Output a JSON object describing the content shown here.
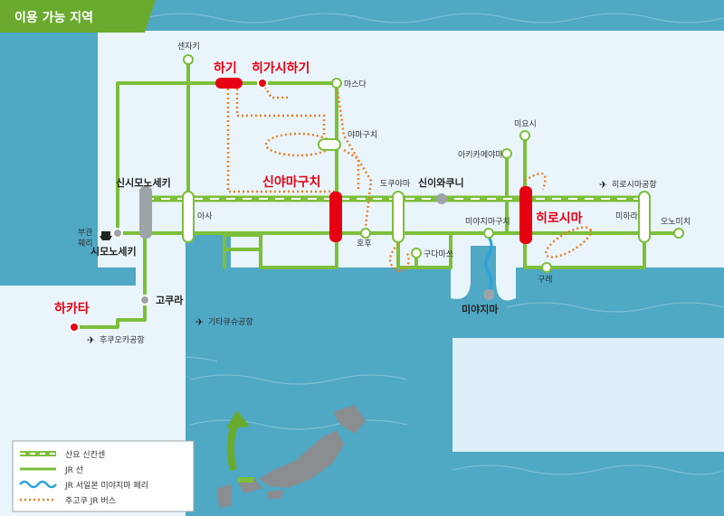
{
  "title": "이용 가능 지역",
  "colors": {
    "sea": "#4fa8c4",
    "land": "#eaf5fb",
    "jr_line": "#7cbf3b",
    "ferry": "#2aa3e0",
    "bus": "#ef7d24",
    "highlight": "#e60012",
    "station_gray": "#9da4a8"
  },
  "stations": {
    "hagi": "하기",
    "higashihagi": "히가시하기",
    "senzaki": "센자키",
    "masuda": "마스다",
    "yamaguchi_small": "야마구치",
    "shinyamaguchi": "신야마구치",
    "shinshimonoseki": "신시모노세키",
    "shimonoseki": "시모노세키",
    "asa": "아사",
    "hofu": "호후",
    "tokuyama": "도쿠야마",
    "shiniwakuni": "신이와쿠니",
    "kudamatsu": "구다마쓰",
    "miyajimaguchi": "미야지마구치",
    "miyajima": "미야지마",
    "miyoshi": "미요시",
    "akikamemachi": "아키카메야마",
    "hiroshima": "히로시마",
    "mihara": "미하라",
    "onomichi": "오노미치",
    "kure": "구레",
    "hakata": "하카타",
    "kokura": "고쿠라",
    "bukan": "부관",
    "ferry": "훼리"
  },
  "airports": {
    "hiroshima": "히로시마공항",
    "kitakyushu": "기타큐슈공항",
    "fukuoka": "후쿠오카공항"
  },
  "legend": [
    {
      "key": "shinkansen",
      "label": "산요 신칸센"
    },
    {
      "key": "jr",
      "label": "JR 선"
    },
    {
      "key": "ferry",
      "label": "JR 서일본 미야지마 페리"
    },
    {
      "key": "bus",
      "label": "주고쿠 JR 버스"
    }
  ]
}
